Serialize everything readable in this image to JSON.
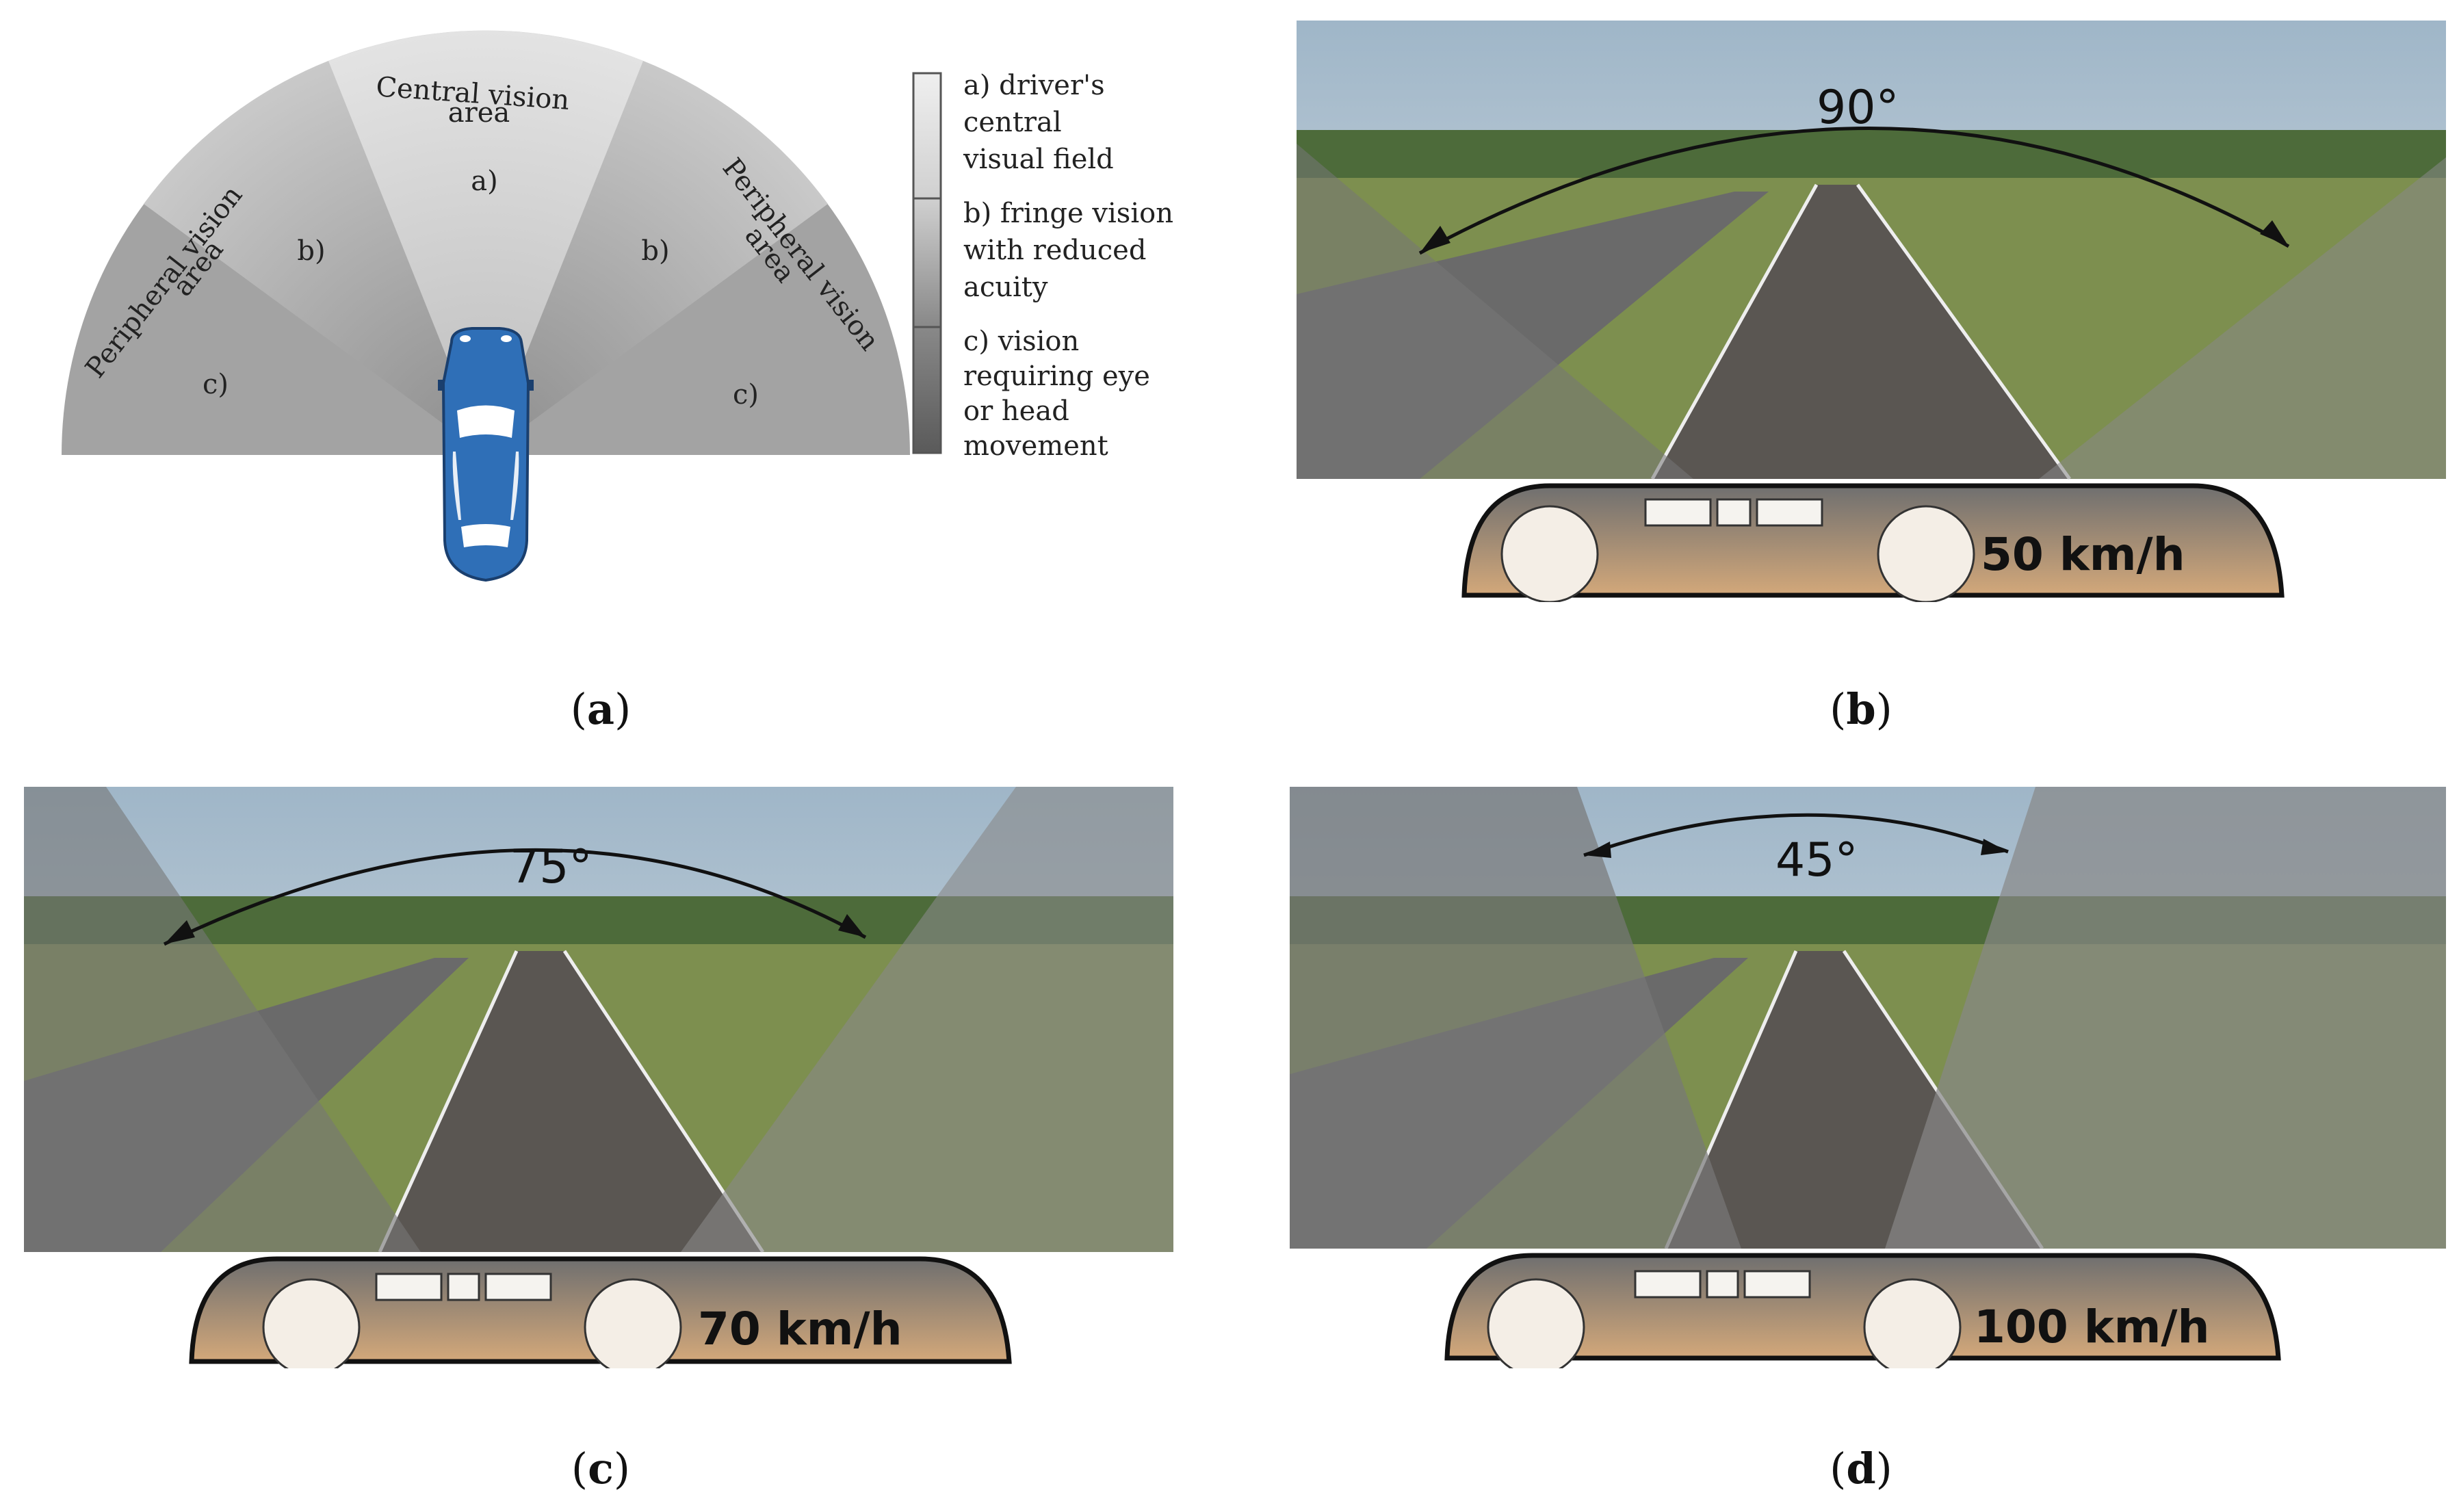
{
  "panel_a": {
    "zones": {
      "central_title_1": "Central vision",
      "central_title_2": "area",
      "central_label": "a)",
      "left_peripheral_1": "Peripheral vision",
      "left_peripheral_2": "area",
      "right_peripheral_1": "Peripheral vision",
      "right_peripheral_2": "area",
      "left_b": "b)",
      "right_b": "b)",
      "left_c": "c)",
      "right_c": "c)"
    },
    "legend": {
      "a_lines": [
        "a) driver's",
        "central",
        "visual field"
      ],
      "b_lines": [
        "b) fringe vision",
        "with reduced",
        "acuity"
      ],
      "c_lines": [
        "c) vision",
        "requiring eye",
        "or head",
        "movement"
      ]
    },
    "colors": {
      "central": "#d9d9d9",
      "fringe": "#bdbdbd",
      "peripheral": "#9a9a9a",
      "car": "#2f6fb7"
    },
    "caption": "a"
  },
  "panel_b": {
    "angle": "90°",
    "speed": "50 km/h",
    "caption": "b"
  },
  "panel_c": {
    "angle": "75°",
    "speed": "70 km/h",
    "caption": "c"
  },
  "panel_d": {
    "angle": "45°",
    "speed": "100 km/h",
    "caption": "d"
  }
}
